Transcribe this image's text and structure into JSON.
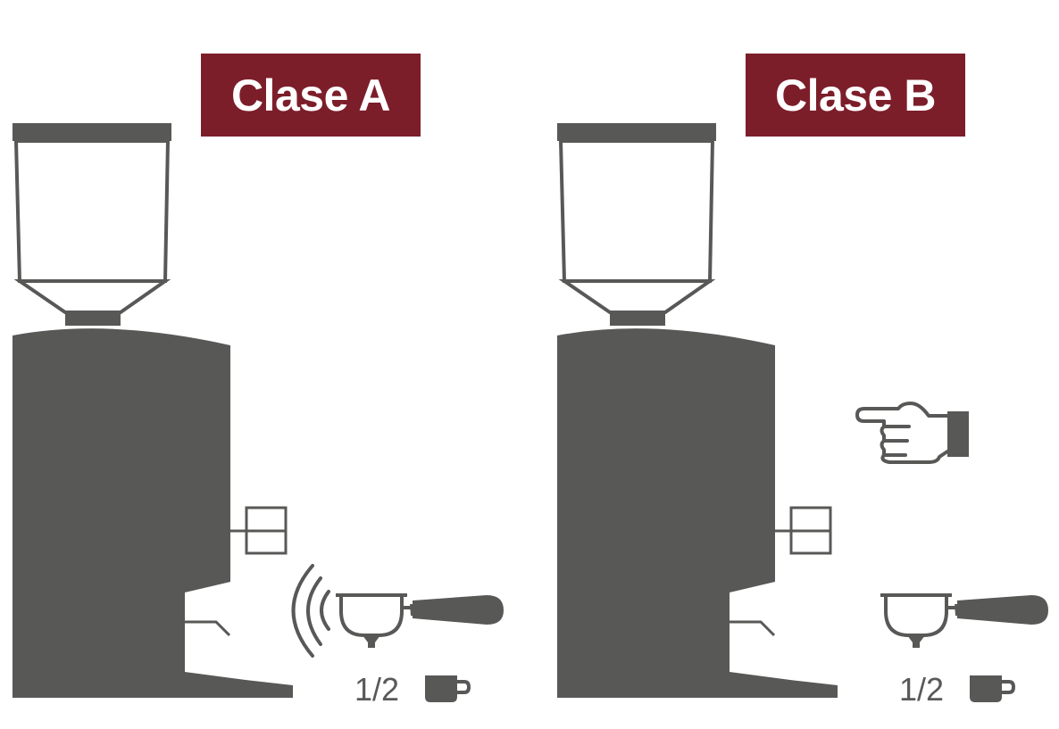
{
  "panels": [
    {
      "label": "Clase A",
      "portion": "1/2"
    },
    {
      "label": "Clase B",
      "portion": "1/2"
    }
  ],
  "colors": {
    "machine": "#585857",
    "label_bg": "#7c1e2a",
    "label_text": "#ffffff"
  },
  "icons": {
    "panel_a_trigger": "sensor-waves-icon",
    "panel_b_trigger": "pointing-hand-icon",
    "portion": "cup-icon"
  }
}
